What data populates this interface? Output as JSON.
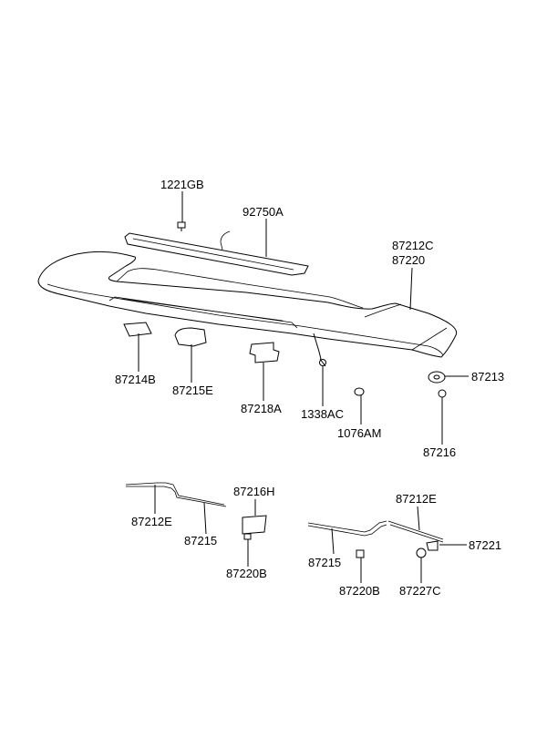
{
  "diagram": {
    "labels": {
      "l_1221GB": "1221GB",
      "l_92750A": "92750A",
      "l_87212C": "87212C",
      "l_87220": "87220",
      "l_87213": "87213",
      "l_87214B": "87214B",
      "l_87215E": "87215E",
      "l_87218A": "87218A",
      "l_1338AC": "1338AC",
      "l_1076AM": "1076AM",
      "l_87216": "87216",
      "l_87212E_left": "87212E",
      "l_87215_left": "87215",
      "l_87216H": "87216H",
      "l_87220B_left": "87220B",
      "l_87212E_right": "87212E",
      "l_87221": "87221",
      "l_87215_right": "87215",
      "l_87220B_right": "87220B",
      "l_87227C": "87227C"
    }
  }
}
